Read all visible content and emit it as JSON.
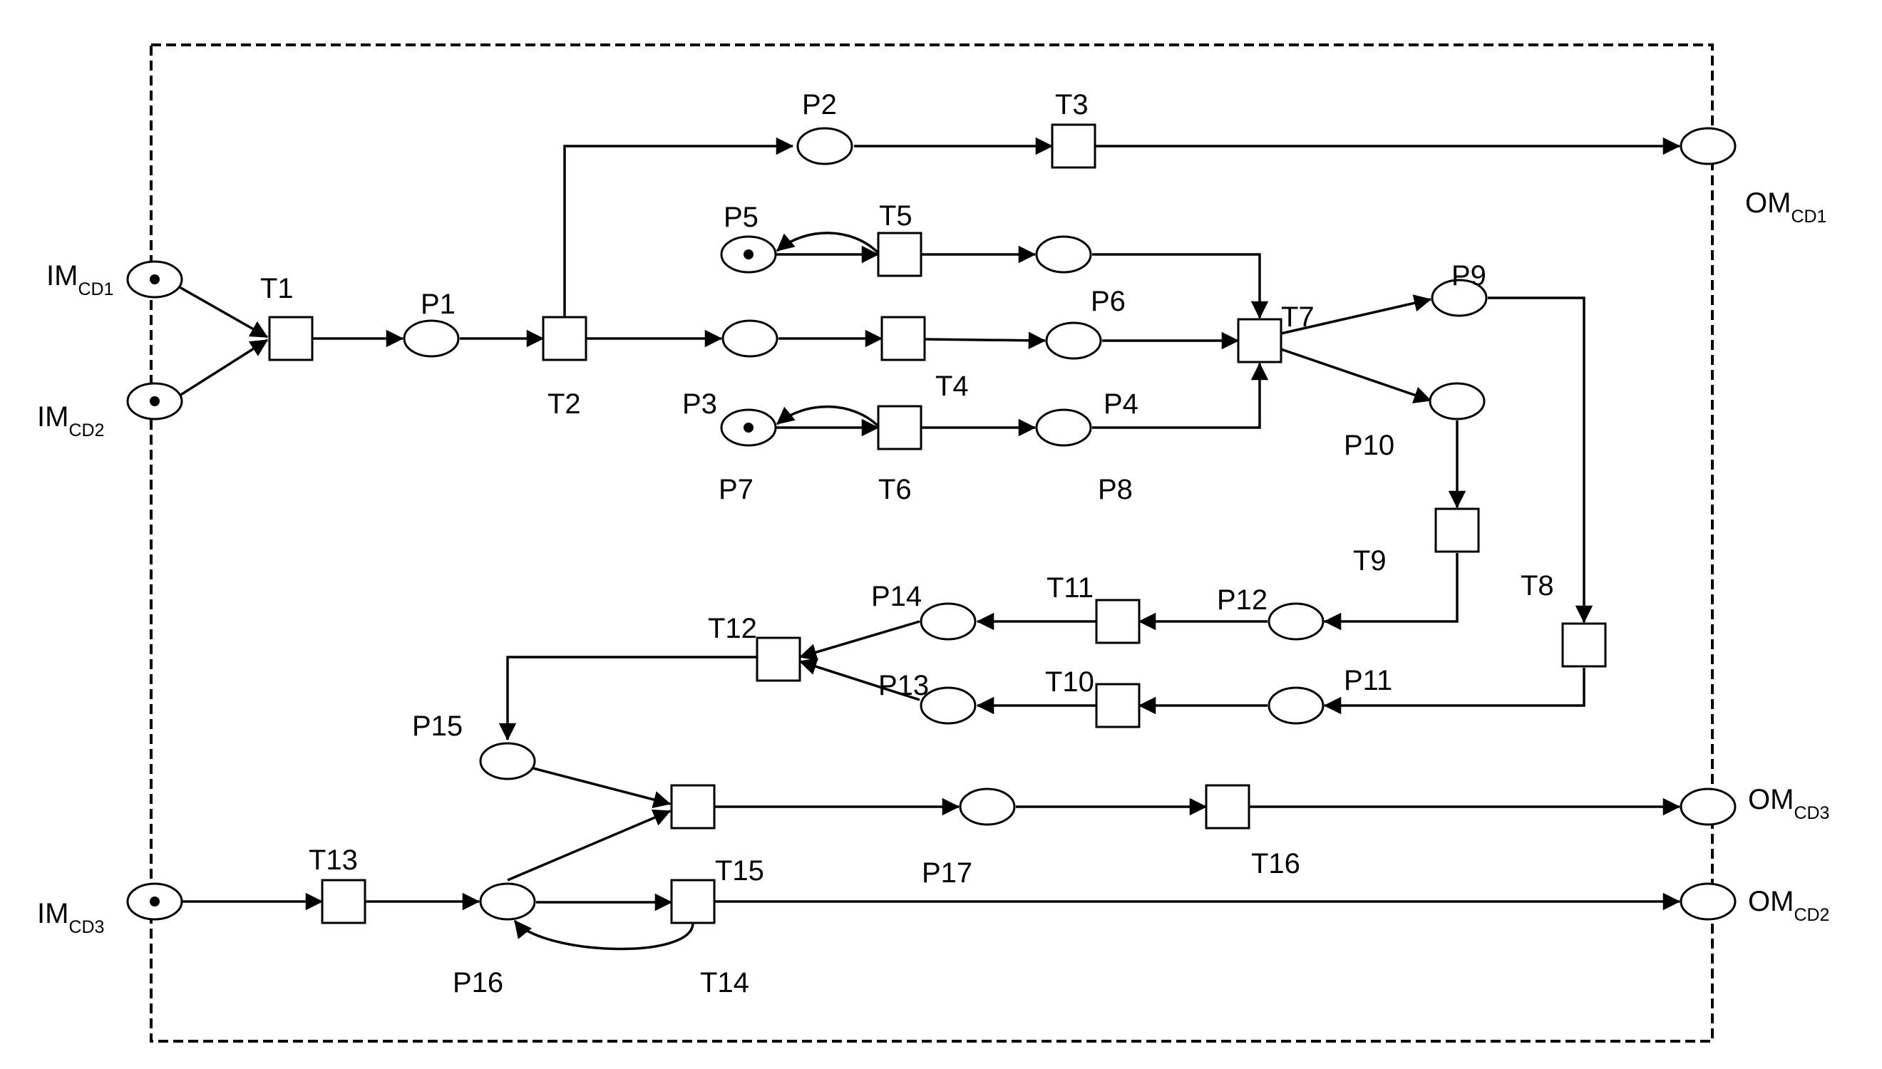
{
  "labels": {
    "IM_CD1": "IM",
    "IM_CD1_sub": "CD1",
    "IM_CD2": "IM",
    "IM_CD2_sub": "CD2",
    "IM_CD3": "IM",
    "IM_CD3_sub": "CD3",
    "OM_CD1": "OM",
    "OM_CD1_sub": "CD1",
    "OM_CD3": "OM",
    "OM_CD3_sub": "CD3",
    "OM_CD2": "OM",
    "OM_CD2_sub": "CD2",
    "P1": "P1",
    "P2": "P2",
    "P3": "P3",
    "P4": "P4",
    "P5": "P5",
    "P6": "P6",
    "P7": "P7",
    "P8": "P8",
    "P9": "P9",
    "P10": "P10",
    "P11": "P11",
    "P12": "P12",
    "P13": "P13",
    "P14": "P14",
    "P15": "P15",
    "P16": "P16",
    "P17": "P17",
    "T1": "T1",
    "T2": "T2",
    "T3": "T3",
    "T4": "T4",
    "T5": "T5",
    "T6": "T6",
    "T7": "T7",
    "T8": "T8",
    "T9": "T9",
    "T10": "T10",
    "T11": "T11",
    "T12": "T12",
    "T13": "T13",
    "T14": "T14",
    "T15": "T15",
    "T16": "T16"
  },
  "tokens": {
    "IM_CD1": 1,
    "IM_CD2": 1,
    "IM_CD3": 1,
    "P5_place": 1,
    "P3_place": 1
  }
}
